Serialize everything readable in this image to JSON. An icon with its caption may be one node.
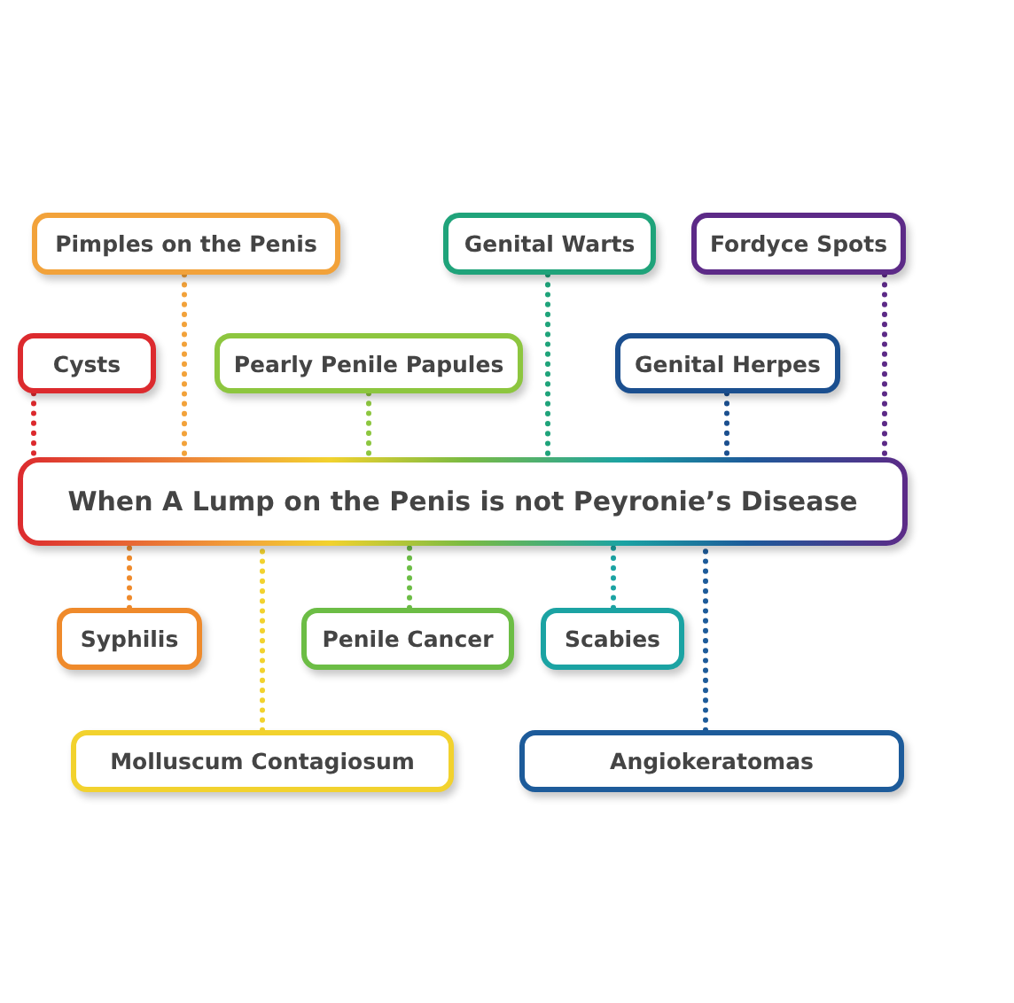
{
  "diagram": {
    "nodes": [
      {
        "text": [
          "When A Lump on the Penis is not Peyronie’s Disease"
        ]
      },
      {
        "text": [
          "Pimples on the Penis"
        ]
      },
      {
        "text": [
          "Genital Warts"
        ]
      },
      {
        "text": [
          "Fordyce Spots"
        ]
      },
      {
        "text": [
          "Cysts"
        ]
      },
      {
        "text": [
          "Pearly Penile Papules"
        ]
      },
      {
        "text": [
          "Genital Herpes"
        ]
      },
      {
        "text": [
          "Syphilis"
        ]
      },
      {
        "text": [
          "Penile Cancer"
        ]
      },
      {
        "text": [
          "Scabies"
        ]
      },
      {
        "text": [
          "Molluscum Contagiosum"
        ]
      },
      {
        "text": [
          "Angiokeratomas"
        ]
      }
    ],
    "edges": [
      {
        "from": 1,
        "to": 0,
        "arrow": "none",
        "style": "dashed",
        "color": "#f2a23a"
      },
      {
        "from": 2,
        "to": 0,
        "arrow": "none",
        "style": "dashed",
        "color": "#1fa37a"
      },
      {
        "from": 3,
        "to": 0,
        "arrow": "none",
        "style": "dashed",
        "color": "#5c2a87"
      },
      {
        "from": 4,
        "to": 0,
        "arrow": "none",
        "style": "dashed",
        "color": "#dc2a2e"
      },
      {
        "from": 5,
        "to": 0,
        "arrow": "none",
        "style": "dashed",
        "color": "#8dc63f"
      },
      {
        "from": 6,
        "to": 0,
        "arrow": "none",
        "style": "dashed",
        "color": "#1b4f8f"
      },
      {
        "from": 7,
        "to": 0,
        "arrow": "none",
        "style": "dashed",
        "color": "#ef8a2b"
      },
      {
        "from": 10,
        "to": 0,
        "arrow": "none",
        "style": "dashed",
        "color": "#f2d22e"
      },
      {
        "from": 8,
        "to": 0,
        "arrow": "none",
        "style": "dashed",
        "color": "#6cbd45"
      },
      {
        "from": 9,
        "to": 0,
        "arrow": "none",
        "style": "dashed",
        "color": "#1ba3a3"
      },
      {
        "from": 11,
        "to": 0,
        "arrow": "none",
        "style": "dashed",
        "color": "#1d5b9a"
      }
    ]
  }
}
